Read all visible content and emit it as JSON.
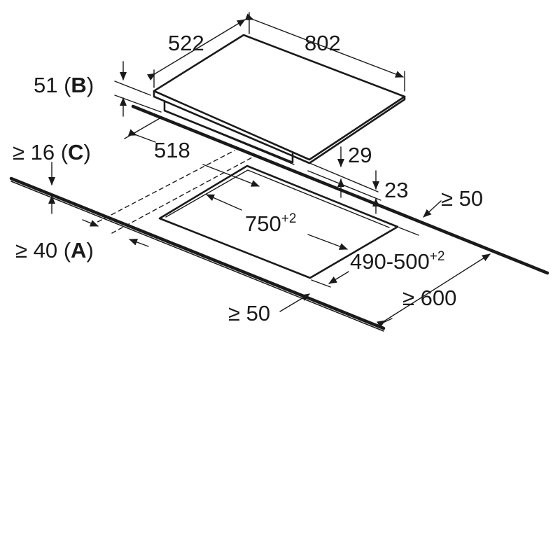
{
  "dimensions": {
    "hob_depth": "522",
    "hob_width": "802",
    "hob_height": "51",
    "hob_height_ref": "B",
    "inner_depth": "518",
    "glass_thickness": "29",
    "frame_height": "23",
    "rear_clearance": "≥ 50",
    "worktop_thickness": "≥ 16",
    "worktop_thickness_ref": "C",
    "front_clearance": "≥ 40",
    "front_clearance_ref": "A",
    "cutout_width": "750",
    "cutout_width_tol": "+2",
    "cutout_depth": "490-500",
    "cutout_depth_tol": "+2",
    "side_clearance": "≥ 50",
    "worktop_depth": "≥ 600"
  },
  "colors": {
    "line": "#1a1a1a",
    "background": "#ffffff"
  }
}
